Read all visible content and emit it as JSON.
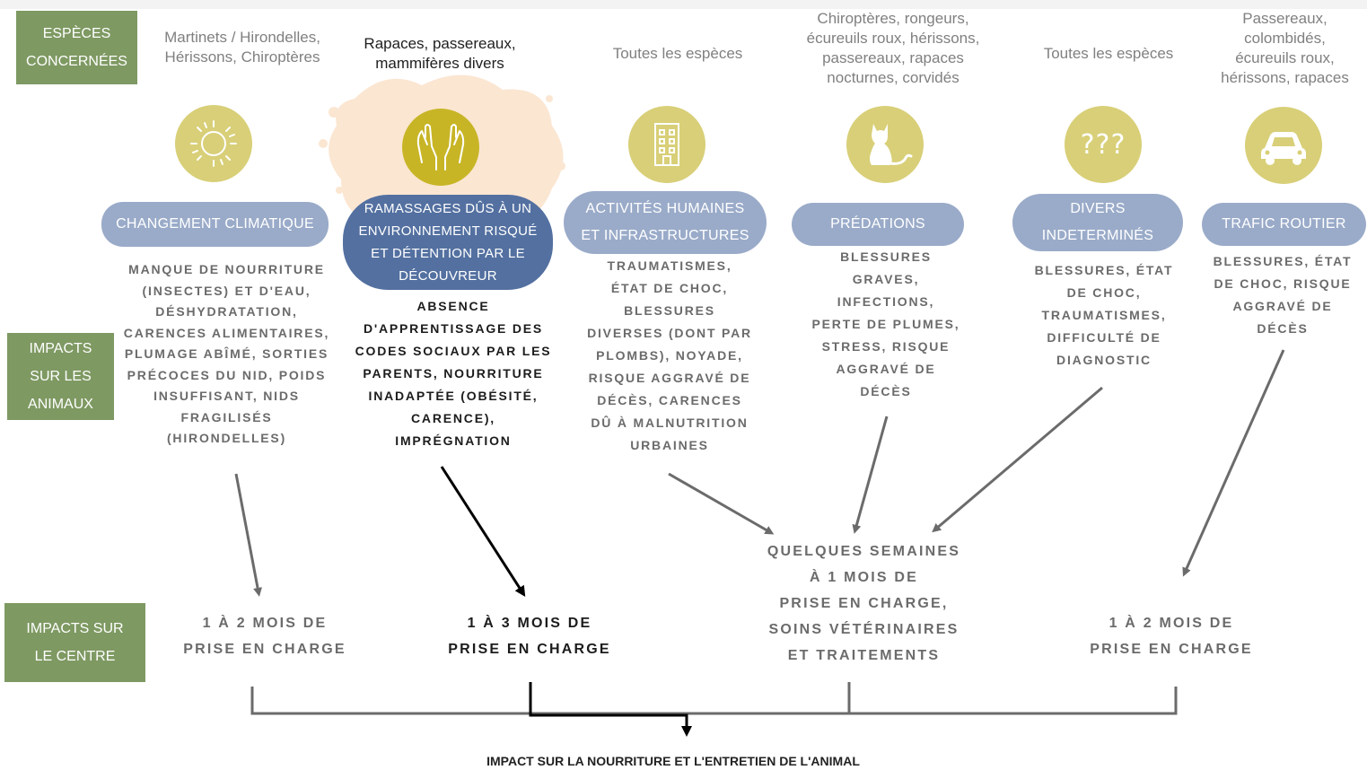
{
  "row_labels": {
    "species": "ESPÈCES\nCONCERNÉES",
    "animals": "IMPACTS\nSUR LES\nANIMAUX",
    "centre": "IMPACTS SUR\nLE CENTRE"
  },
  "columns": [
    {
      "species": "Martinets / Hirondelles,\nHérissons, Chiroptères",
      "icon": "sun-icon",
      "cause": "CHANGEMENT CLIMATIQUE",
      "impact": "MANQUE DE NOURRITURE\n(INSECTES) ET D'EAU,\nDÉSHYDRATATION,\nCARENCES ALIMENTAIRES,\nPLUMAGE ABÎMÉ, SORTIES\nPRÉCOCES DU NID, POIDS\nINSUFFISANT, NIDS\nFRAGILISÉS\n(HIRONDELLES)"
    },
    {
      "species": "Rapaces, passereaux,\nmammifères divers",
      "icon": "caring-hands-icon",
      "cause": "RAMASSAGES DÛS À UN\nENVIRONNEMENT RISQUÉ\nET DÉTENTION PAR LE\nDÉCOUVREUR",
      "impact": "ABSENCE\nD'APPRENTISSAGE DES\nCODES SOCIAUX PAR LES\nPARENTS, NOURRITURE\nINADAPTÉE (OBÉSITÉ,\nCARENCE),\nIMPRÉGNATION"
    },
    {
      "species": "Toutes les espèces",
      "icon": "building-icon",
      "cause": "ACTIVITÉS  HUMAINES\nET INFRASTRUCTURES",
      "impact": "TRAUMATISMES,\nÉTAT DE CHOC,\nBLESSURES\nDIVERSES (DONT PAR\nPLOMBS), NOYADE,\nRISQUE AGGRAVÉ DE\nDÉCÈS, CARENCES\nDÛ À MALNUTRITION\nURBAINES"
    },
    {
      "species": "Chiroptères, rongeurs,\nécureuils roux, hérissons,\npassereaux, rapaces\nnocturnes, corvidés",
      "icon": "cat-icon",
      "cause": "PRÉDATIONS",
      "impact": "BLESSURES\nGRAVES,\nINFECTIONS,\nPERTE DE PLUMES,\nSTRESS, RISQUE\nAGGRAVÉ DE\nDÉCÈS"
    },
    {
      "species": "Toutes les espèces",
      "icon": "question-marks-icon",
      "icon_text": "???",
      "cause": "DIVERS\nINDETERMINÉS",
      "impact": "BLESSURES, ÉTAT\nDE CHOC,\nTRAUMATISMES,\nDIFFICULTÉ DE\nDIAGNOSTIC"
    },
    {
      "species": "Passereaux,\ncolombidés,\nécureuils roux,\nhérissons, rapaces",
      "icon": "car-icon",
      "cause": "TRAFIC ROUTIER",
      "impact": "BLESSURES, ÉTAT\nDE CHOC, RISQUE\nAGGRAVÉ DE\nDÉCÈS"
    }
  ],
  "centre_impacts": [
    "1 À 2 MOIS DE\nPRISE EN CHARGE",
    "1 À 3 MOIS DE\nPRISE EN CHARGE",
    "QUELQUES SEMAINES\nÀ 1 MOIS DE\nPRISE EN CHARGE,\nSOINS VÉTÉRINAIRES\nET TRAITEMENTS",
    "1 À 2 MOIS DE\nPRISE EN CHARGE"
  ],
  "conclusion": "IMPACT SUR LA NOURRITURE ET L'ENTRETIEN DE L'ANIMAL",
  "colors": {
    "row_label_bg": "#7e9962",
    "circle": "#d8cf78",
    "circle_highlight": "#c7b526",
    "pill": "#9aabc9",
    "pill_highlight": "#5370a0",
    "splash": "#fbe6d2"
  }
}
